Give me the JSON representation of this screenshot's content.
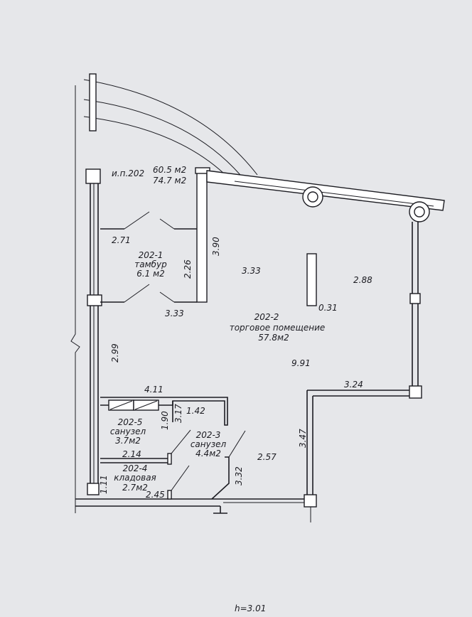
{
  "plan": {
    "unit_label": "и.п.202",
    "area_total_1": "60.5 м2",
    "area_total_2": "74.7 м2",
    "height": "h=3.01",
    "rooms": [
      {
        "id": "202-1",
        "name": "тамбур",
        "area": "6.1 м2"
      },
      {
        "id": "202-2",
        "name": "торговое помещение",
        "area": "57.8м2"
      },
      {
        "id": "202-3",
        "name": "санузел",
        "area": "4.4м2"
      },
      {
        "id": "202-4",
        "name": "кладовая",
        "area": "2.7м2"
      },
      {
        "id": "202-5",
        "name": "санузел",
        "area": "3.7м2"
      }
    ],
    "dimensions": [
      "2.71",
      "3.90",
      "2.26",
      "3.33",
      "3.33",
      "0.31",
      "2.88",
      "2.99",
      "9.91",
      "3.24",
      "4.11",
      "1.90",
      "3.17",
      "1.42",
      "2.14",
      "2.57",
      "3.47",
      "3.32",
      "1.11",
      "2.45"
    ]
  }
}
